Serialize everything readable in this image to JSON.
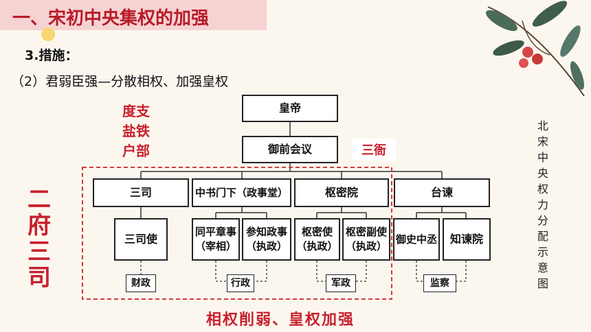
{
  "header": {
    "title": "一、宋初中央集权的加强"
  },
  "subheading": {
    "step": "3.措施：",
    "point": "（2）君弱臣强—分散相权、加强皇权"
  },
  "diagram": {
    "emperor": "皇帝",
    "council": "御前会议",
    "departments": {
      "sansi": "三司",
      "zhongshu": "中书门下（政事堂）",
      "shumi": "枢密院",
      "taijian": "台谏"
    },
    "officials": {
      "sansi_shi": "三司使",
      "tongping_1": "同平章事",
      "tongping_2": "（宰相）",
      "canzhi_1": "参知政事",
      "canzhi_2": "（执政）",
      "shumi_shi_1": "枢密使",
      "shumi_shi_2": "（执政）",
      "shumi_fu_1": "枢密副使",
      "shumi_fu_2": "（执政）",
      "yushi": "御史中丞",
      "zhijian": "知谏院"
    },
    "functions": {
      "finance": "财政",
      "admin": "行政",
      "military": "军政",
      "supervision": "监察"
    }
  },
  "annotations": {
    "duzhi_1": "度支",
    "duzhi_2": "盐铁",
    "duzhi_3": "户部",
    "sanya": "三衙",
    "erfusansi": [
      "二",
      "府",
      "三",
      "司"
    ],
    "conclusion": "相权削弱、皇权加强",
    "side_title": [
      "北",
      "宋",
      "中",
      "央",
      "权",
      "力",
      "分",
      "配",
      "示",
      "意",
      "图"
    ]
  },
  "colors": {
    "accent_red": "#c8202e",
    "title_bg": "#f6d3d3",
    "dashed_red": "#d43a3a"
  }
}
